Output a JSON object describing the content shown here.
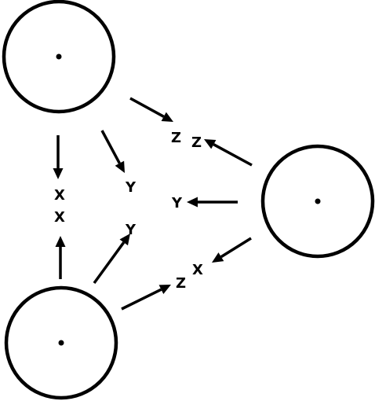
{
  "circles": [
    {
      "id": "top-left"
    },
    {
      "id": "right"
    },
    {
      "id": "bottom-left"
    }
  ],
  "labels": {
    "tl_z": "Z",
    "r_z": "Z",
    "tl_y": "Y",
    "r_y": "Y",
    "tl_x": "X",
    "bl_x": "X",
    "bl_y": "Y",
    "bl_z": "Z",
    "r_x": "X"
  },
  "colors": {
    "stroke": "#000000",
    "background": "#ffffff"
  }
}
